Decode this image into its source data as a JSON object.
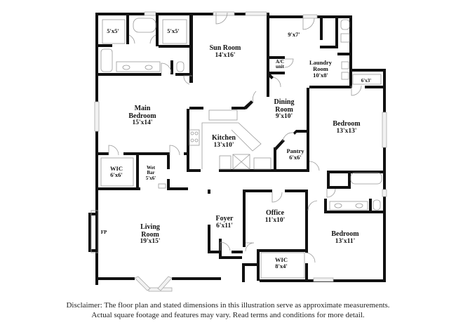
{
  "plan": {
    "rooms": {
      "closet_left": {
        "name": "",
        "dim": "5'x5'"
      },
      "closet_right": {
        "name": "",
        "dim": "5'x5'"
      },
      "sun_room": {
        "name": "Sun Room",
        "dim": "14'x16'"
      },
      "storage": {
        "name": "",
        "dim": "9'x7'"
      },
      "ac_unit": {
        "name": "A/C unit",
        "dim": ""
      },
      "laundry": {
        "name": "Laundry Room",
        "dim": "10'x8'"
      },
      "closet_6x3": {
        "name": "",
        "dim": "6'x3'"
      },
      "main_bedroom": {
        "name": "Main Bedroom",
        "dim": "15'x14'"
      },
      "dining": {
        "name": "Dining Room",
        "dim": "9'x10'"
      },
      "kitchen": {
        "name": "Kitchen",
        "dim": "13'x10'"
      },
      "bedroom_1": {
        "name": "Bedroom",
        "dim": "13'x13'"
      },
      "pantry": {
        "name": "Pantry",
        "dim": "6'x6'"
      },
      "wic_main": {
        "name": "WIC",
        "dim": "6'x6'"
      },
      "wet_bar": {
        "name": "Wet Bar",
        "dim": "5'x6'"
      },
      "living": {
        "name": "Living Room",
        "dim": "19'x15'"
      },
      "fireplace": {
        "name": "FP",
        "dim": ""
      },
      "foyer": {
        "name": "Foyer",
        "dim": "6'x11'"
      },
      "office": {
        "name": "Office",
        "dim": "11'x10'"
      },
      "bedroom_2": {
        "name": "Bedroom",
        "dim": "13'x11'"
      },
      "wic_office": {
        "name": "WIC",
        "dim": "8'x4'"
      }
    },
    "colors": {
      "wall": "#111111",
      "fixture": "#999999",
      "window": "#f2f2f2",
      "background": "#ffffff"
    }
  },
  "disclaimer": {
    "line1": "Disclaimer: The floor plan and stated dimensions in this illustration serve as approximate measurements.",
    "line2": "Actual square footage and features may vary. Read terms and conditions for more detail."
  }
}
